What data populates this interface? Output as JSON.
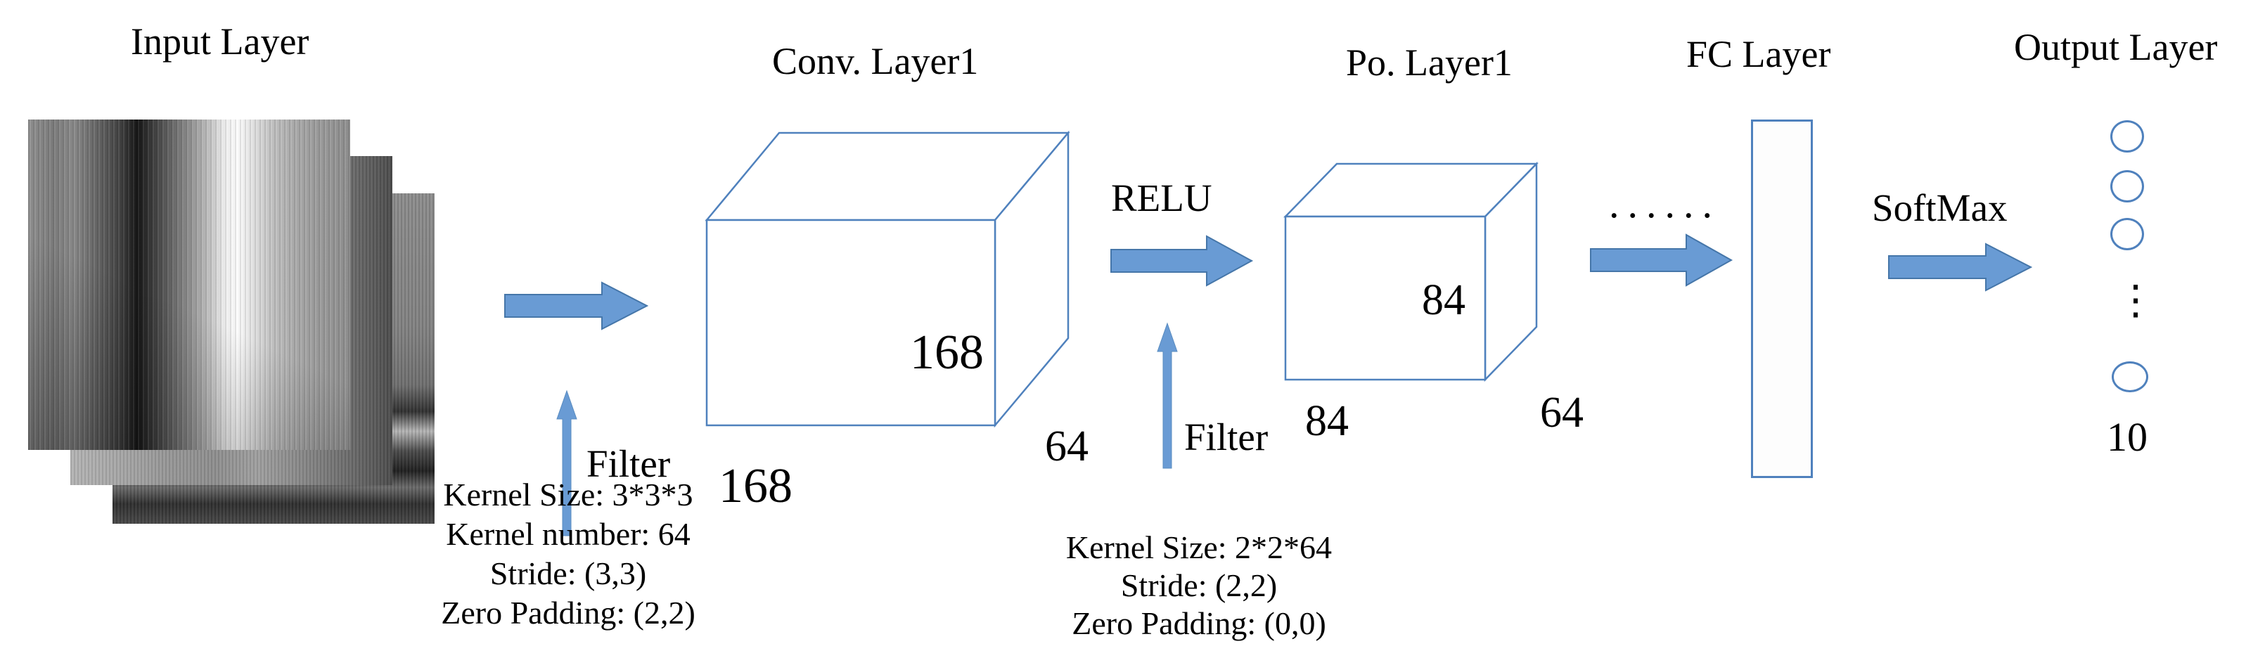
{
  "diagram": {
    "titles": {
      "input": "Input Layer",
      "conv": "Conv. Layer1",
      "pool": "Po. Layer1",
      "fc": "FC Layer",
      "output": "Output Layer"
    },
    "conv_block": {
      "filter_label": "Filter",
      "face_dim": "168",
      "width_dim": "168",
      "depth_dim": "64",
      "params": [
        "Kernel Size: 3*3*3",
        "Kernel number: 64",
        "Stride: (3,3)",
        "Zero Padding: (2,2)"
      ]
    },
    "pool_block": {
      "relu_label": "RELU",
      "filter_label": "Filter",
      "face_dim": "84",
      "width_dim": "84",
      "depth_dim": "64",
      "params": [
        "Kernel Size: 2*2*64",
        "Stride: (2,2)",
        "Zero Padding: (0,0)"
      ]
    },
    "fc_block": {
      "ellipsis": "......"
    },
    "output_block": {
      "softmax_label": "SoftMax",
      "vertical_ellipsis": "⋮",
      "count_label": "10"
    },
    "colors": {
      "arrow_fill": "#699bd4",
      "arrow_border": "#4576a9",
      "shape_outline": "#4f81bd",
      "text": "#000000",
      "background": "#ffffff"
    }
  }
}
